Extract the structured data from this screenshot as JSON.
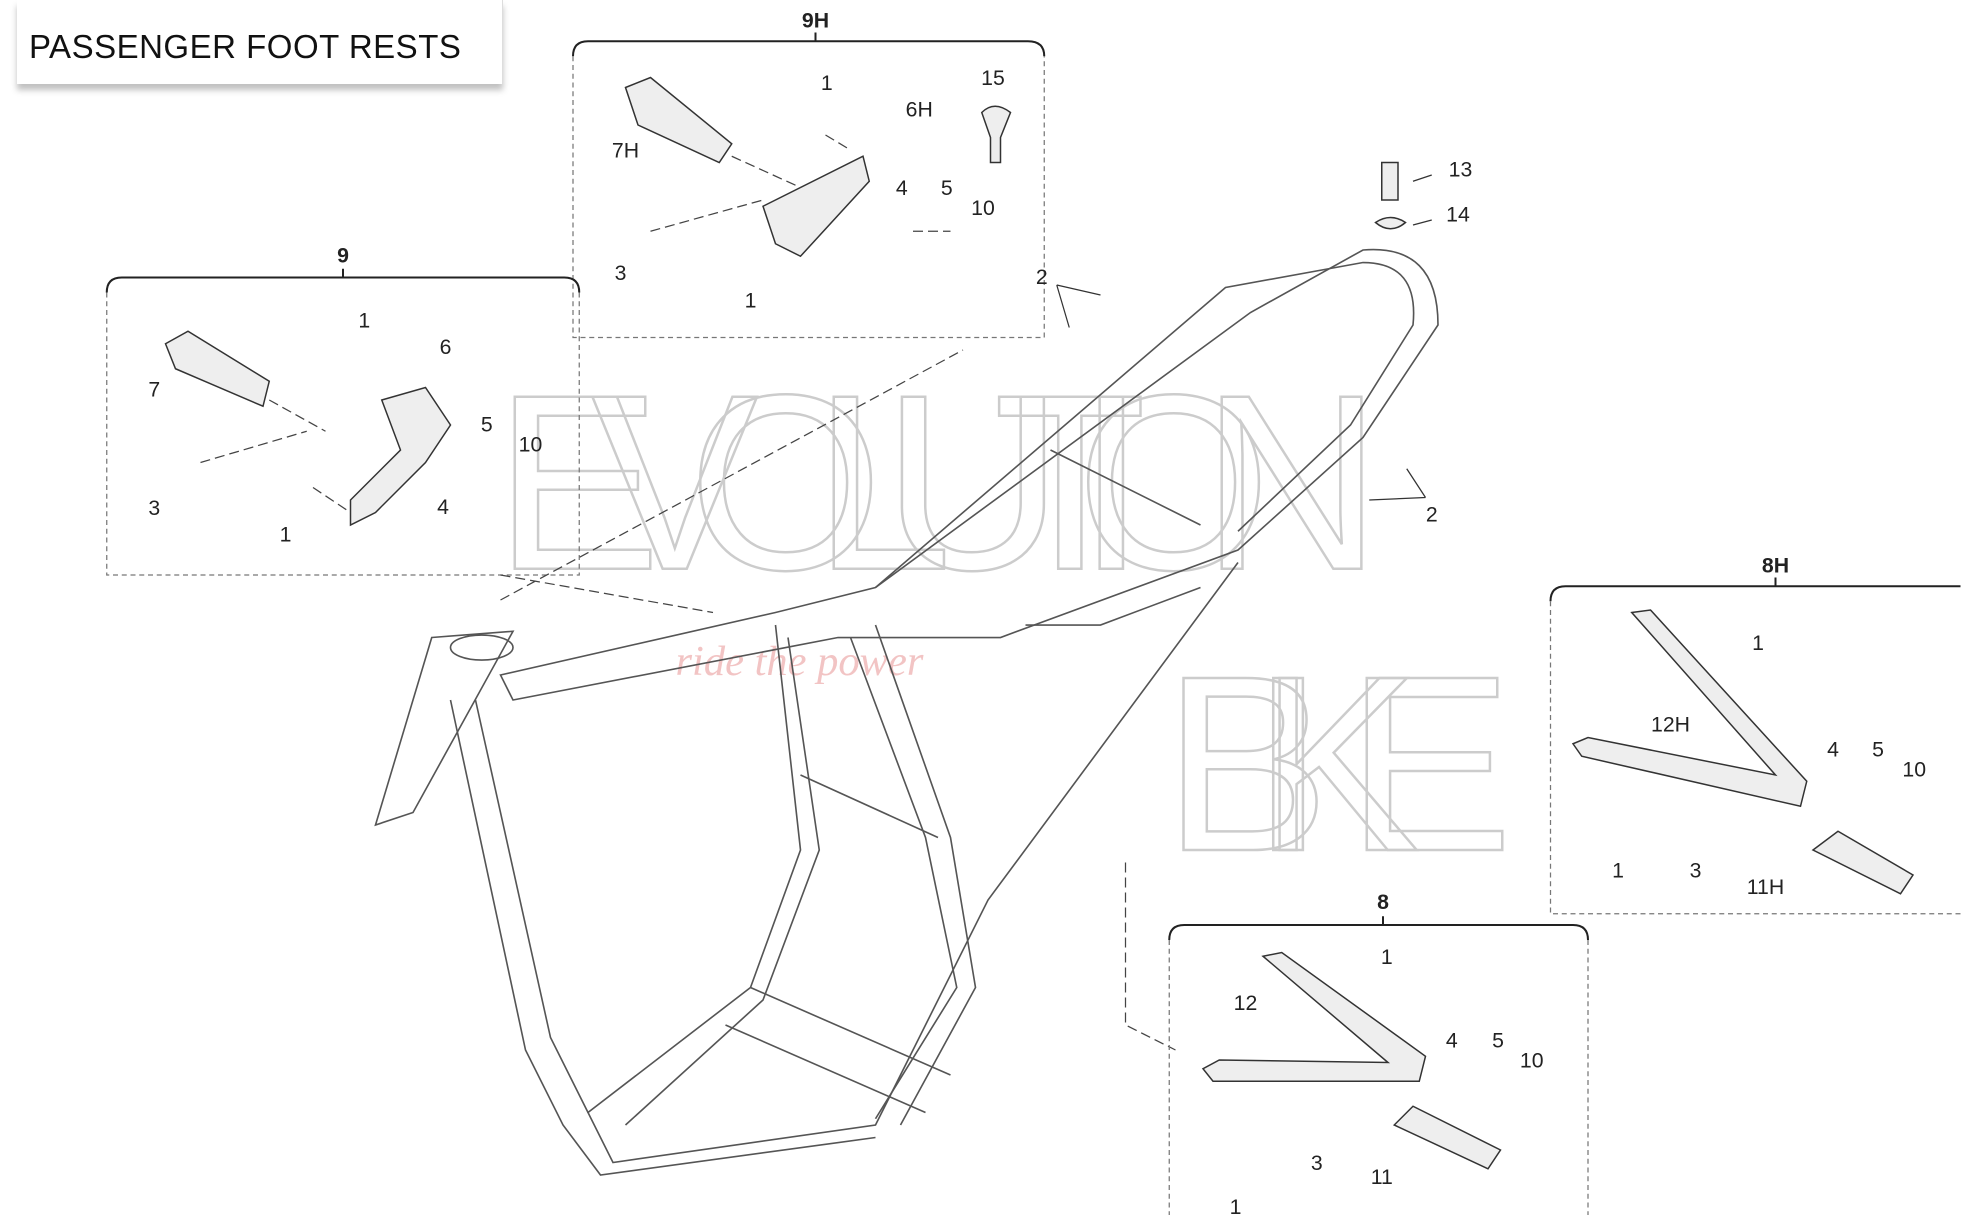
{
  "title": "PASSENGER FOOT RESTS",
  "watermark": {
    "brand_top": "EVOLUTION",
    "brand_bottom": "BIKE",
    "tagline": "ride the power"
  },
  "groups": {
    "g9h": {
      "header": "9H",
      "labels": [
        "1",
        "6H",
        "15",
        "7H",
        "4",
        "5",
        "10",
        "3",
        "1"
      ]
    },
    "g9": {
      "header": "9",
      "labels": [
        "1",
        "6",
        "7",
        "5",
        "10",
        "3",
        "4",
        "1"
      ]
    },
    "frame": {
      "labels": [
        "13",
        "14",
        "2",
        "2"
      ]
    },
    "g8h": {
      "header": "8H",
      "labels": [
        "1",
        "12H",
        "4",
        "5",
        "10",
        "1",
        "3",
        "11H"
      ]
    },
    "g8": {
      "header": "8",
      "labels": [
        "1",
        "12",
        "4",
        "5",
        "10",
        "3",
        "11",
        "1"
      ]
    }
  }
}
